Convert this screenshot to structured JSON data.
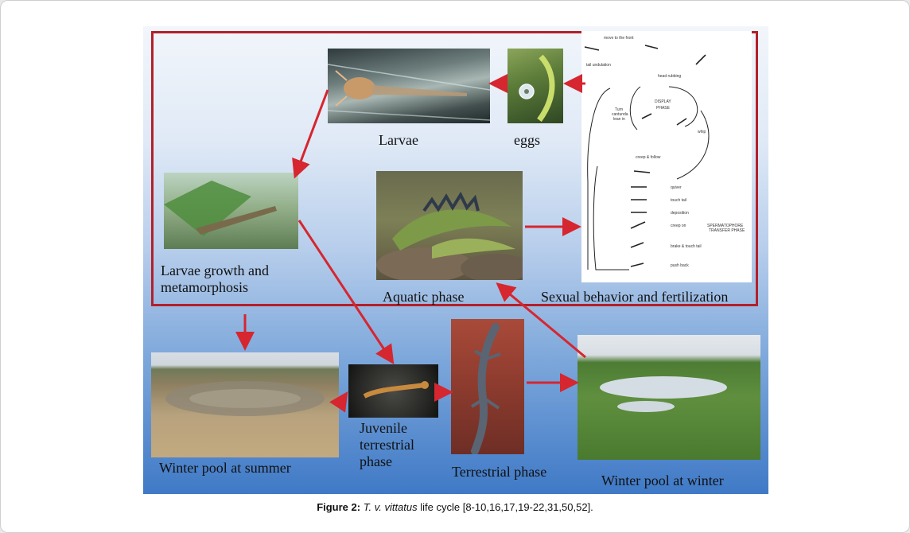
{
  "figure": {
    "labels": {
      "larvae": "Larvae",
      "eggs": "eggs",
      "larvae_growth_line1": "Larvae growth and",
      "larvae_growth_line2": "metamorphosis",
      "aquatic_phase": "Aquatic phase",
      "sexual_behavior": "Sexual  behavior and fertilization",
      "winter_pool_summer": "Winter pool at summer",
      "juvenile_line1": "Juvenile",
      "juvenile_line2": "terrestrial",
      "juvenile_line3": "phase",
      "terrestrial_phase": "Terrestrial phase",
      "winter_pool_winter": "Winter pool at winter"
    },
    "ethogram": {
      "move_to_front": "move to the front",
      "tail_undulation": "tail undulation",
      "head_rubbing": "head rubbing",
      "display_phase_line1": "DISPLAY",
      "display_phase_line2": "PHASE",
      "turn_line1": "Turn",
      "turn_line2": "cantunda",
      "turn_line3": "lean in",
      "whip": "whip",
      "creep_follow": "creep & follow",
      "quiver": "quiver",
      "touch_tail": "touch tail",
      "deposition": "deposition",
      "creep_on": "creep on",
      "brake_touch_tail": "brake & touch tail",
      "push_back": "push back",
      "spermatophore_line1": "SPERMATOPHORE",
      "spermatophore_line2": "TRANSFER PHASE"
    },
    "colors": {
      "frame_red": "#b3202a",
      "arrow_red": "#d6262f",
      "background_top": "#f2f6fb",
      "background_bottom": "#3f79c6"
    }
  },
  "caption": {
    "prefix": "Figure 2:",
    "species": "T. v. vittatus",
    "rest": " life cycle [8-10,16,17,19-22,31,50,52]."
  }
}
